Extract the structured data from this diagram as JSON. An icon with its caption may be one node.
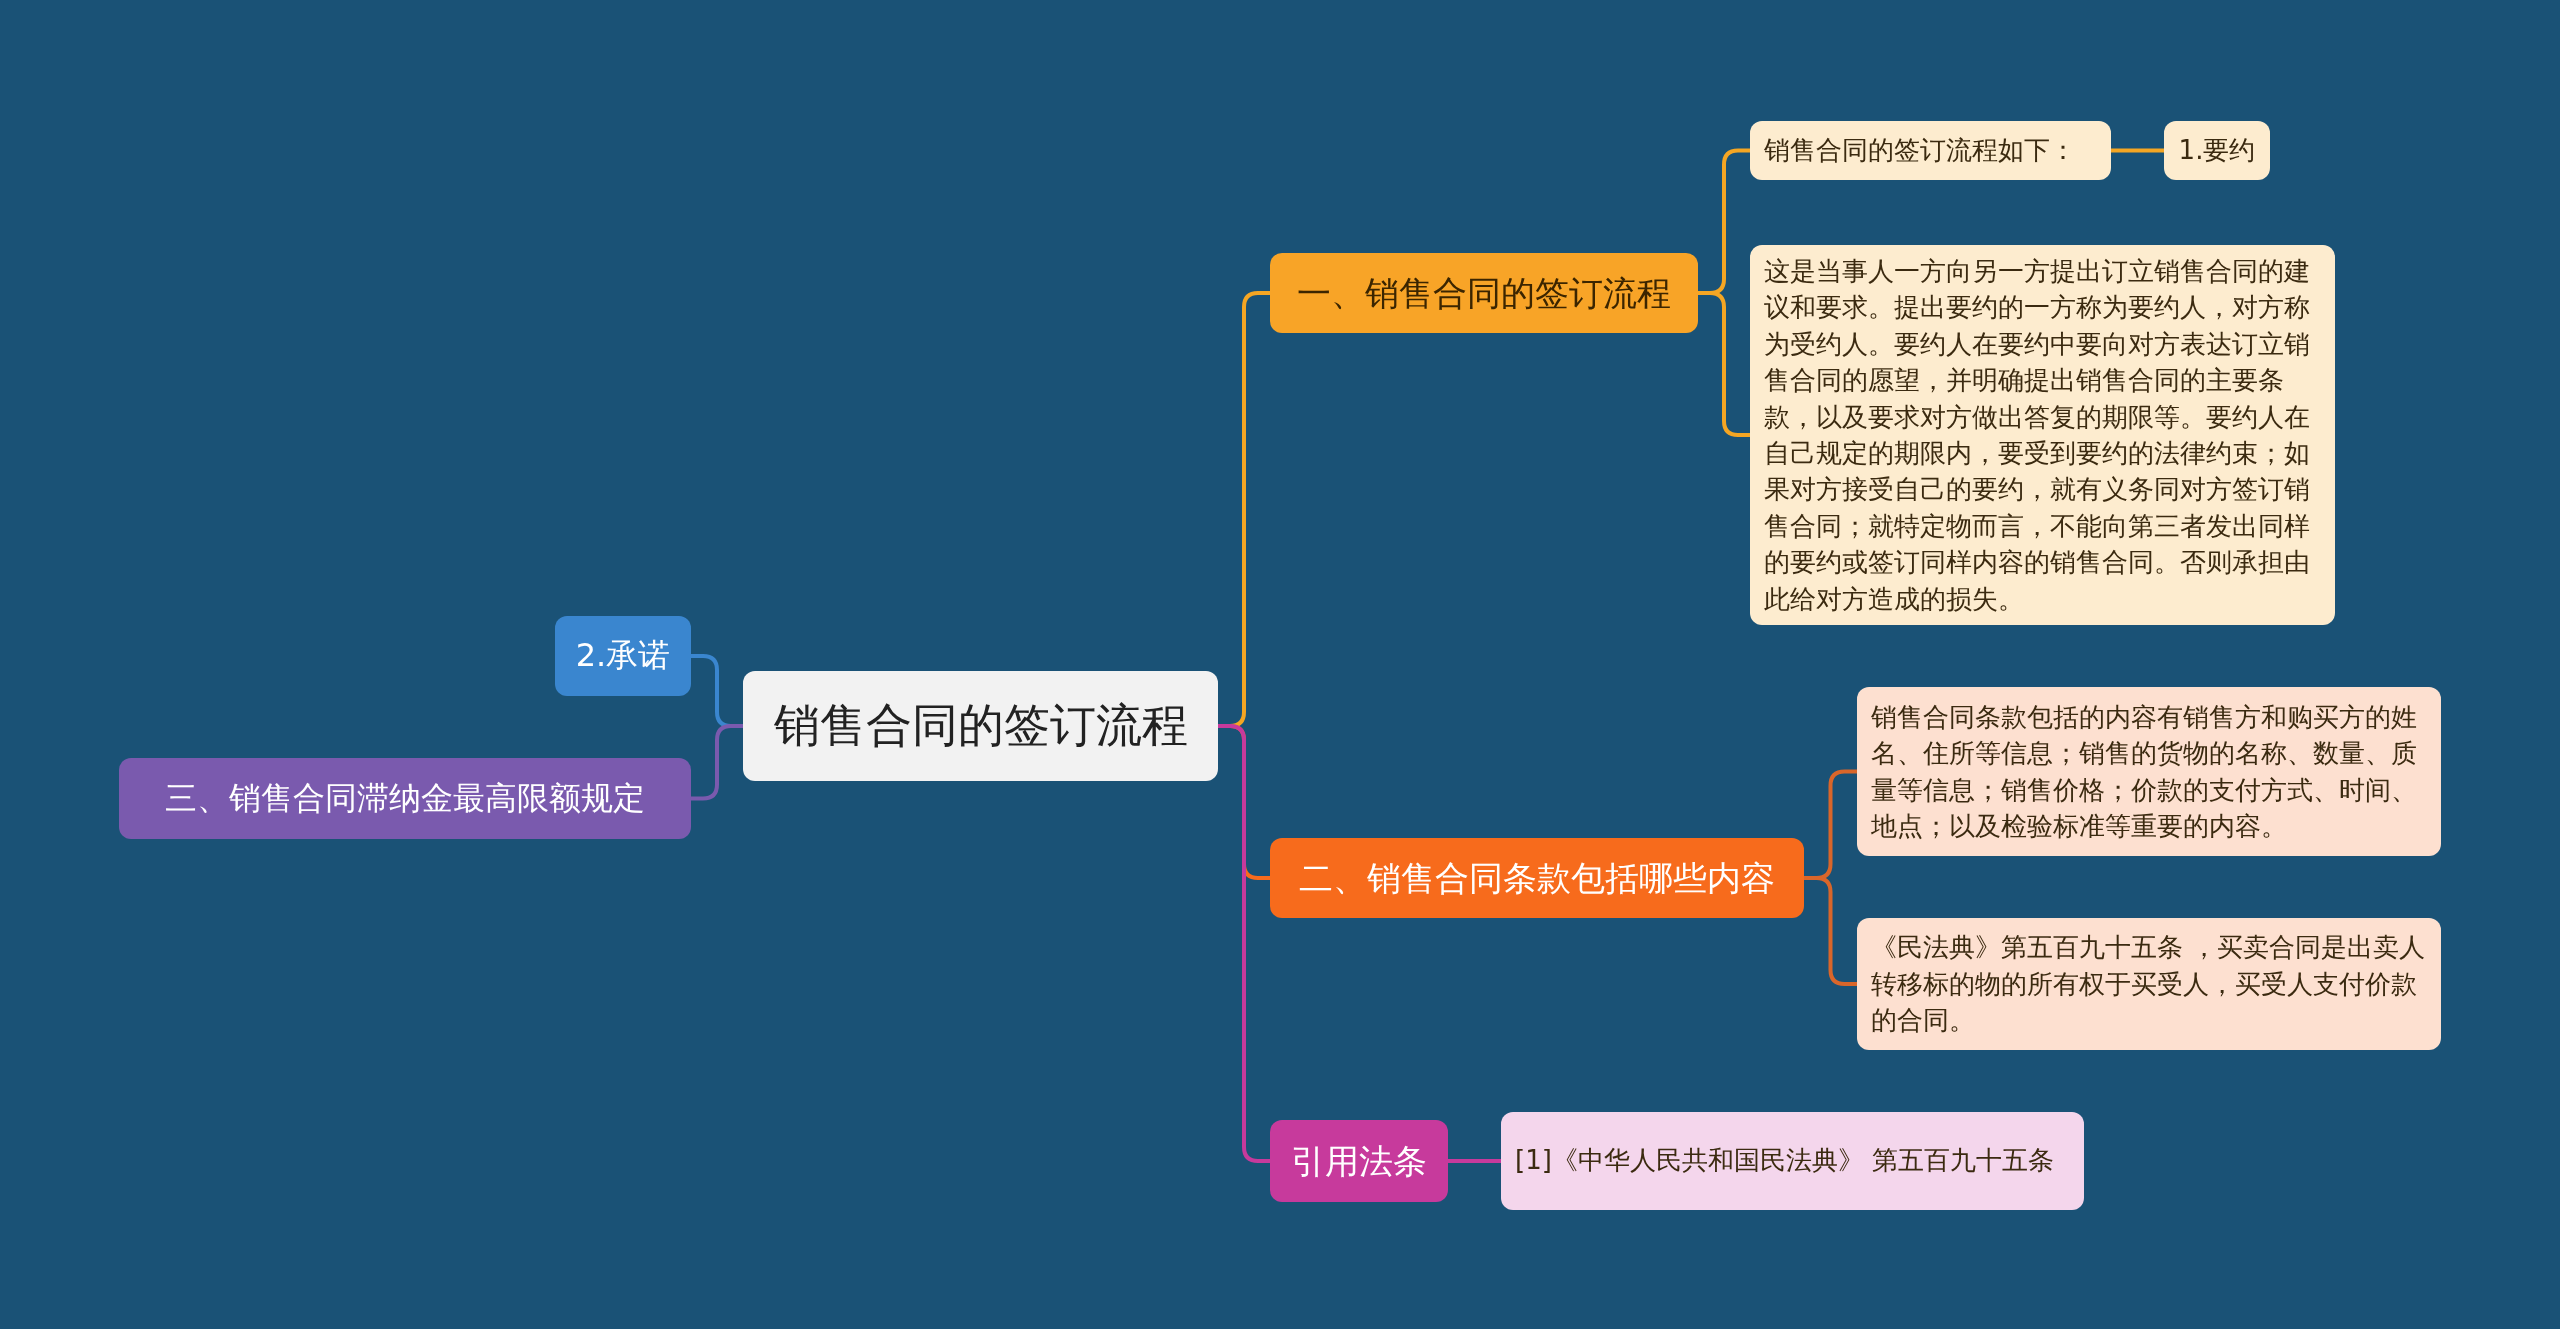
{
  "diagram": {
    "nodes": [
      {
        "text": [
          "销售合同的签订流程"
        ]
      },
      {
        "text": [
          "一、销售合同的签订流程"
        ]
      },
      {
        "text": [
          "销售合同的签订流程如下："
        ]
      },
      {
        "text": [
          "1.要约"
        ]
      },
      {
        "text": [
          "这是当事人一方向另一方提出订立销售合同的建议和要求。提出要约的一方称为要约人，对方称为受约人。要约人在要约中要向对方表达订立销售合同的愿望，并明确提出销售合同的主要条款，以及要求对方做出答复的期限等。要约人在自己规定的期限内，要受到要约的法律约束；如果对方接受自己的要约，就有义务同对方签订销售合同；就特定物而言，不能向第三者发出同样的要约或签订同样内容的销售合同。否则承担由此给对方造成的损失。"
        ]
      },
      {
        "text": [
          "二、销售合同条款包括哪些内容"
        ]
      },
      {
        "text": [
          "销售合同条款包括的内容有销售方和购买方的姓名、住所等信息；销售的货物的名称、数量、质量等信息；销售价格；价款的支付方式、时间、地点；以及检验标准等重要的内容。"
        ]
      },
      {
        "text": [
          "《民法典》第五百九十五条 ，买卖合同是出卖人转移标的物的所有权于买受人，买受人支付价款的合同。"
        ]
      },
      {
        "text": [
          "引用法条"
        ]
      },
      {
        "text": [
          "[1]《中华人民共和国民法典》 第五百九十五条"
        ]
      },
      {
        "text": [
          "2.承诺"
        ]
      },
      {
        "text": [
          "三、销售合同滞纳金最高限额规定"
        ]
      }
    ],
    "edges": [
      {
        "from": 0,
        "to": 1,
        "arrow": "none"
      },
      {
        "from": 1,
        "to": 2,
        "arrow": "none"
      },
      {
        "from": 2,
        "to": 3,
        "arrow": "none"
      },
      {
        "from": 1,
        "to": 4,
        "arrow": "none"
      },
      {
        "from": 0,
        "to": 5,
        "arrow": "none",
        "color": "#f76b1c"
      },
      {
        "from": 5,
        "to": 6,
        "arrow": "none",
        "color": "#d9662a"
      },
      {
        "from": 5,
        "to": 7,
        "arrow": "none",
        "color": "#d9662a"
      },
      {
        "from": 0,
        "to": 8,
        "arrow": "none",
        "color": "#c73a9c"
      },
      {
        "from": 8,
        "to": 9,
        "arrow": "none",
        "color": "#c73a9c"
      },
      {
        "from": 0,
        "to": 10,
        "arrow": "none",
        "color": "#3a86cf"
      },
      {
        "from": 0,
        "to": 11,
        "arrow": "none",
        "color": "#7a5aae"
      }
    ]
  }
}
